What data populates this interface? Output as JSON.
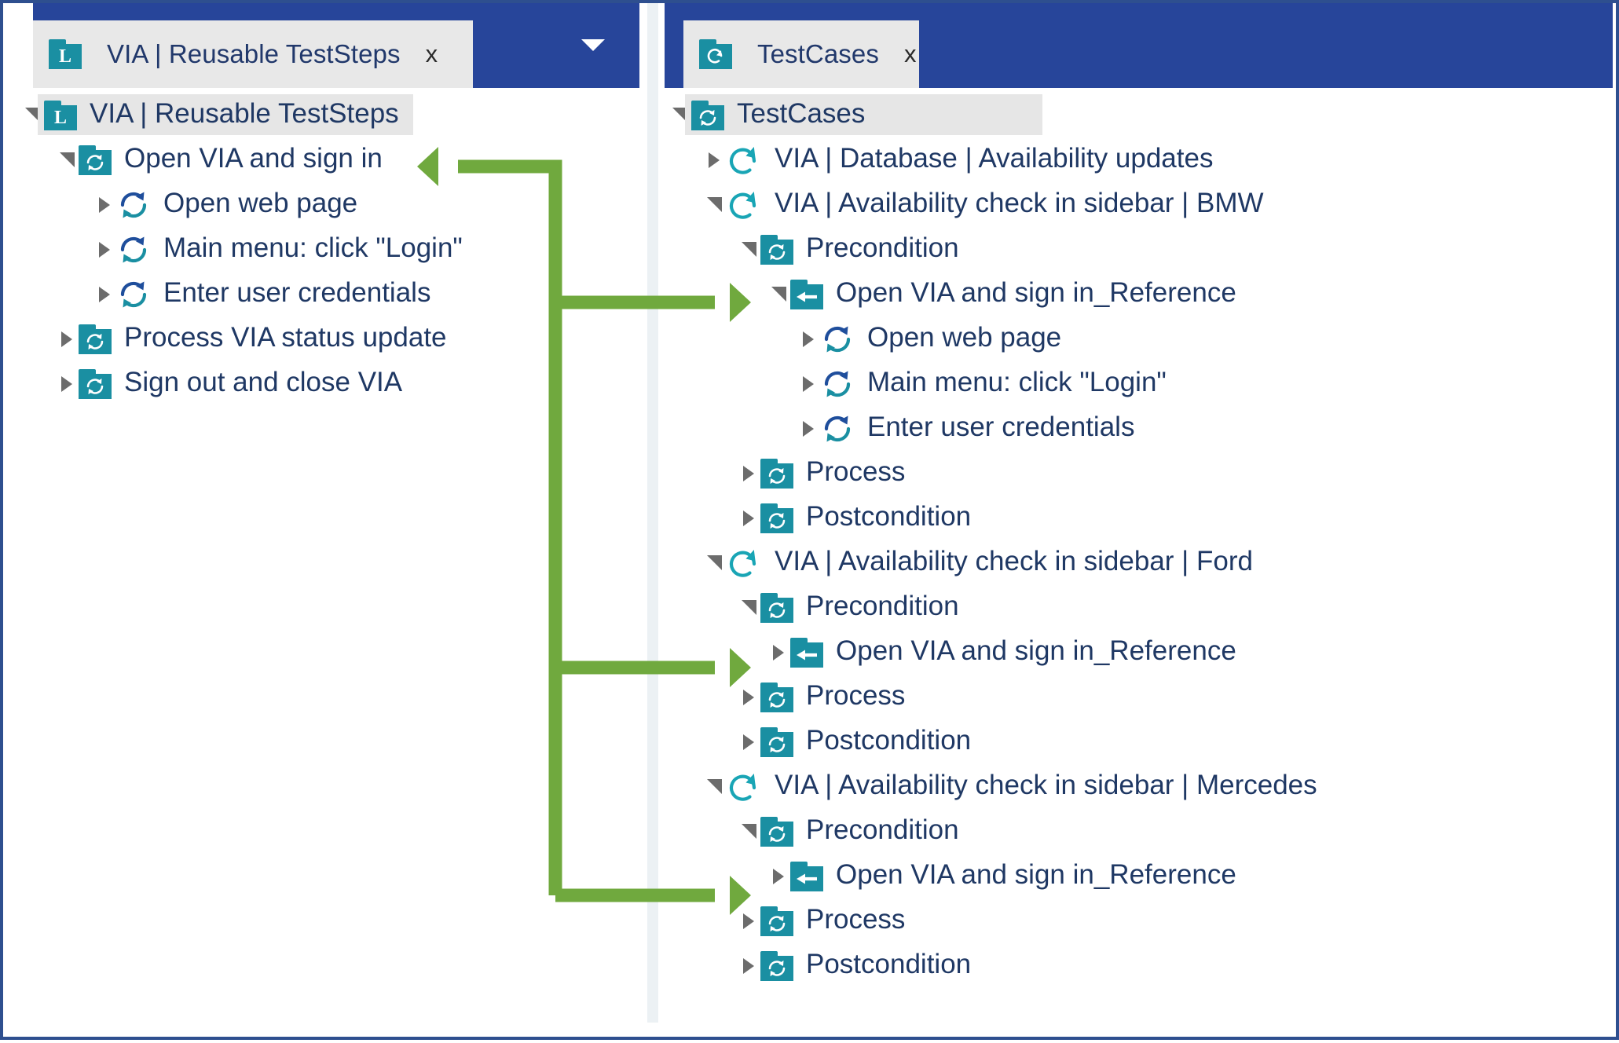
{
  "colors": {
    "tab_bar_blue": "#27459A",
    "tab_active_grey": "#E8E8E8",
    "tree_text": "#1F3864",
    "folder_teal": "#1A8FA2",
    "icon_blue": "#1F4E9C",
    "icon_teal": "#1A8FA2",
    "connector_green": "#70A93E",
    "gutter_grey": "#ECF1F4",
    "frame_blue": "#2E4F8F"
  },
  "left_panel": {
    "tab": {
      "label": "VIA | Reusable TestSteps",
      "icon": "library-folder-icon",
      "icon_glyph": "L",
      "close_label": "x"
    },
    "dropdown_icon": "chevron-down-icon",
    "tree": [
      {
        "label": "VIA | Reusable TestSteps",
        "icon": "library-folder-icon",
        "icon_glyph": "L",
        "depth": 0,
        "state": "expanded",
        "selected": true
      },
      {
        "label": "Open VIA and sign in",
        "icon": "teststep-folder-icon",
        "depth": 1,
        "state": "expanded",
        "selected": false
      },
      {
        "label": "Open web page",
        "icon": "action-refresh-icon",
        "depth": 2,
        "state": "collapsed",
        "selected": false
      },
      {
        "label": "Main menu: click \"Login\"",
        "icon": "action-refresh-icon",
        "depth": 2,
        "state": "collapsed",
        "selected": false
      },
      {
        "label": "Enter user credentials",
        "icon": "action-refresh-icon",
        "depth": 2,
        "state": "collapsed",
        "selected": false
      },
      {
        "label": "Process VIA status update",
        "icon": "teststep-folder-icon",
        "depth": 1,
        "state": "collapsed",
        "selected": false
      },
      {
        "label": "Sign out and close VIA",
        "icon": "teststep-folder-icon",
        "depth": 1,
        "state": "collapsed",
        "selected": false
      }
    ]
  },
  "right_panel": {
    "tab": {
      "label": "TestCases",
      "icon": "testcase-folder-icon",
      "icon_glyph": "C",
      "close_label": "x"
    },
    "tree": [
      {
        "label": "TestCases",
        "icon": "testcase-folder-icon",
        "icon_glyph": "C",
        "depth": 0,
        "state": "expanded",
        "selected": true
      },
      {
        "label": "VIA | Database | Availability updates",
        "icon": "testcase-circle-icon",
        "depth": 1,
        "state": "collapsed",
        "selected": false
      },
      {
        "label": "VIA | Availability check in sidebar | BMW",
        "icon": "testcase-circle-icon",
        "depth": 1,
        "state": "expanded",
        "selected": false
      },
      {
        "label": "Precondition",
        "icon": "phase-folder-icon",
        "depth": 2,
        "state": "expanded",
        "selected": false
      },
      {
        "label": "Open VIA and sign in_Reference",
        "icon": "reference-folder-icon",
        "depth": 3,
        "state": "expanded",
        "selected": false
      },
      {
        "label": "Open web page",
        "icon": "action-refresh-icon",
        "depth": 4,
        "state": "collapsed",
        "selected": false
      },
      {
        "label": "Main menu: click \"Login\"",
        "icon": "action-refresh-icon",
        "depth": 4,
        "state": "collapsed",
        "selected": false
      },
      {
        "label": "Enter user credentials",
        "icon": "action-refresh-icon",
        "depth": 4,
        "state": "collapsed",
        "selected": false
      },
      {
        "label": "Process",
        "icon": "phase-folder-icon",
        "depth": 2,
        "state": "collapsed",
        "selected": false
      },
      {
        "label": "Postcondition",
        "icon": "phase-folder-icon",
        "depth": 2,
        "state": "collapsed",
        "selected": false
      },
      {
        "label": "VIA | Availability check in sidebar | Ford",
        "icon": "testcase-circle-icon",
        "depth": 1,
        "state": "expanded",
        "selected": false
      },
      {
        "label": "Precondition",
        "icon": "phase-folder-icon",
        "depth": 2,
        "state": "expanded",
        "selected": false
      },
      {
        "label": "Open VIA and sign in_Reference",
        "icon": "reference-folder-icon",
        "depth": 3,
        "state": "collapsed",
        "selected": false
      },
      {
        "label": "Process",
        "icon": "phase-folder-icon",
        "depth": 2,
        "state": "collapsed",
        "selected": false
      },
      {
        "label": "Postcondition",
        "icon": "phase-folder-icon",
        "depth": 2,
        "state": "collapsed",
        "selected": false
      },
      {
        "label": "VIA | Availability check in sidebar | Mercedes",
        "icon": "testcase-circle-icon",
        "depth": 1,
        "state": "expanded",
        "selected": false
      },
      {
        "label": "Precondition",
        "icon": "phase-folder-icon",
        "depth": 2,
        "state": "expanded",
        "selected": false
      },
      {
        "label": "Open VIA and sign in_Reference",
        "icon": "reference-folder-icon",
        "depth": 3,
        "state": "collapsed",
        "selected": false
      },
      {
        "label": "Process",
        "icon": "phase-folder-icon",
        "depth": 2,
        "state": "collapsed",
        "selected": false
      },
      {
        "label": "Postcondition",
        "icon": "phase-folder-icon",
        "depth": 2,
        "state": "collapsed",
        "selected": false
      }
    ]
  },
  "annotation": {
    "kind": "reference-connector-arrows",
    "color": "#70A93E",
    "description": "Green connector linking the reusable TestStep 'Open VIA and sign in' to its three '_Reference' usages in the TestCases tree"
  }
}
